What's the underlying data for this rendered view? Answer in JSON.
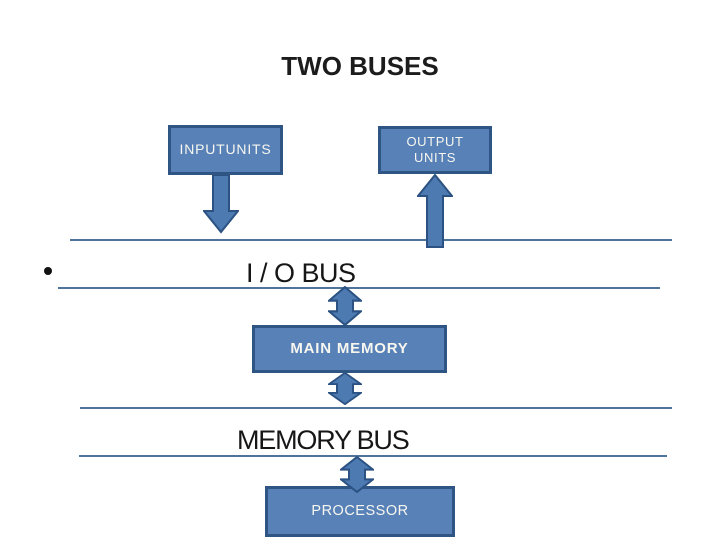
{
  "slide": {
    "title": "TWO BUSES",
    "bullet_char": "•"
  },
  "diagram": {
    "boxes": {
      "input_units": {
        "label": "INPUTUNITS"
      },
      "output_units": {
        "label": "OUTPUT UNITS",
        "lines": [
          "OUTPUT",
          "UNITS"
        ]
      },
      "main_memory": {
        "label": "MAIN MEMORY"
      },
      "processor": {
        "label": "PROCESSOR"
      }
    },
    "bus_labels": {
      "io_bus": "I / O BUS",
      "memory_bus": "MEMORY BUS"
    },
    "colors": {
      "box_fill": "#5881b8",
      "box_border": "#2e5584",
      "arrow_fill": "#4d7ab0",
      "arrow_border": "#2b5282",
      "separator_line": "#4f7499",
      "title_text": "#1c1c1c",
      "box_label_text": "#f7f7ef"
    }
  }
}
